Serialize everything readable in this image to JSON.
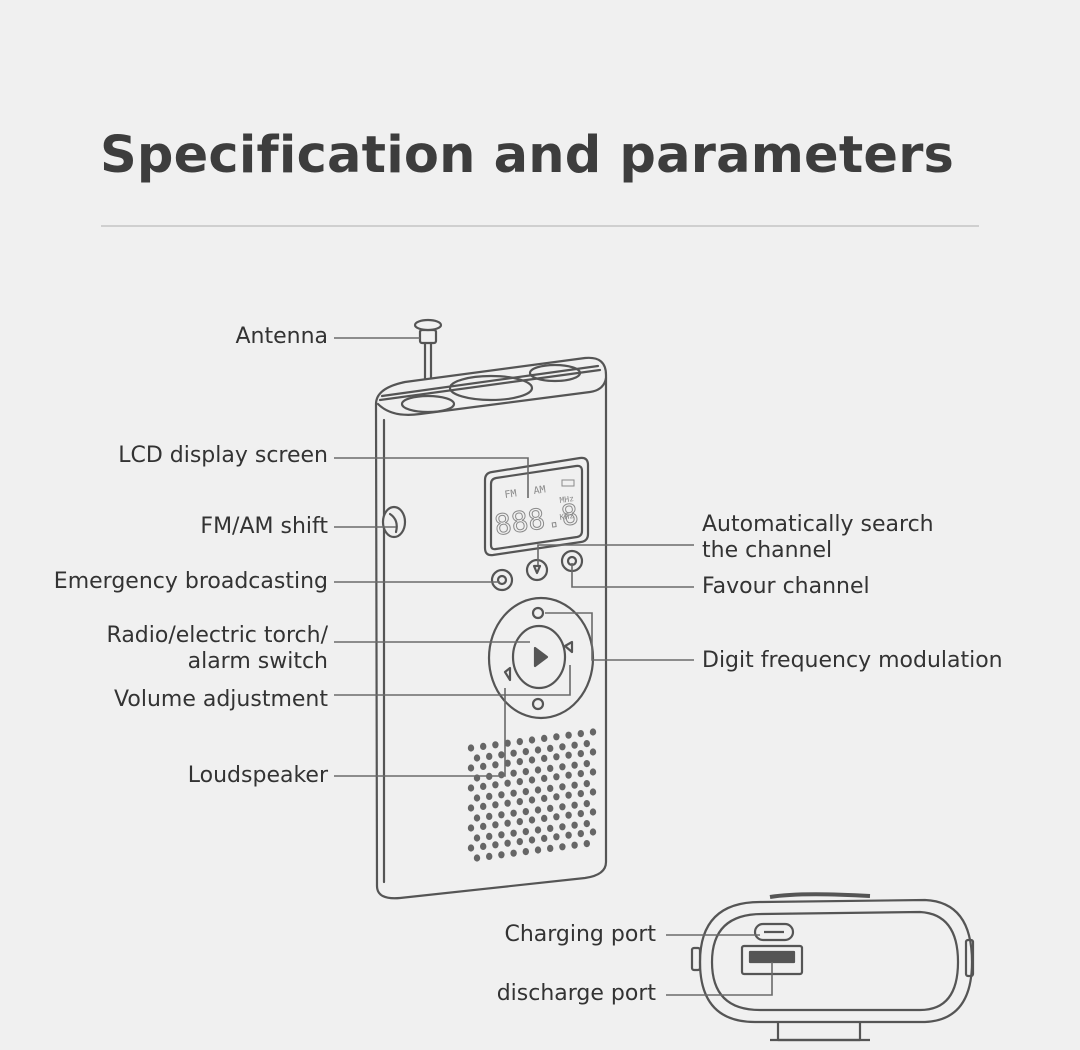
{
  "page": {
    "title": "Specification and parameters"
  },
  "labels": {
    "antenna": "Antenna",
    "lcd": "LCD display screen",
    "fmam": "FM/AM shift",
    "emergency": "Emergency broadcasting",
    "radio_line1": "Radio/electric torch/",
    "radio_line2": "alarm switch",
    "volume": "Volume adjustment",
    "loudspeaker": "Loudspeaker",
    "auto_line1": "Automatically search",
    "auto_line2": "the channel",
    "favour": "Favour channel",
    "digit": "Digit frequency modulation",
    "charging": "Charging port",
    "discharge": "discharge port"
  },
  "lcd_screen": {
    "band_fm": "FM",
    "band_am": "AM",
    "digits": "888.8",
    "unit_mhz": "MHz",
    "unit_khz": "KHz"
  },
  "colors": {
    "background": "#f0f0f0",
    "stroke": "#555555",
    "leader": "#6a6a6a",
    "text": "#333333"
  }
}
